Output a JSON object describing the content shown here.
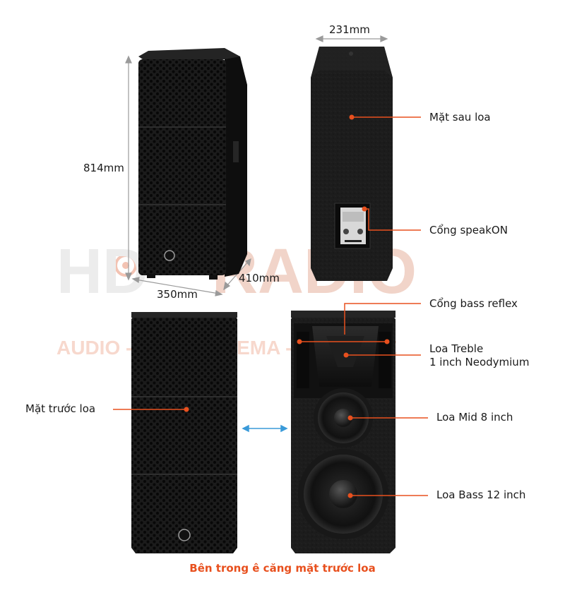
{
  "watermark": {
    "brand_left": "HD",
    "brand_right": "RADIO",
    "tagline": "AUDIO - HOME CINEMA - KARAOKE"
  },
  "dimensions": {
    "height": "814mm",
    "width": "350mm",
    "depth": "410mm",
    "back_width": "231mm"
  },
  "labels": {
    "back_panel": "Mặt sau loa",
    "speakon_port": "Cổng speakON",
    "bass_reflex_port": "Cổng bass reflex",
    "treble_line1": "Loa Treble",
    "treble_line2": "1 inch Neodymium",
    "front_panel": "Mặt trước loa",
    "mid_driver": "Loa Mid 8 inch",
    "bass_driver": "Loa Bass 12 inch"
  },
  "caption": "Bên trong ê căng mặt trước loa",
  "colors": {
    "accent": "#e8501e",
    "dimension_line": "#9a9a9a",
    "swap_arrow": "#3a9ad9",
    "cabinet": "#151515",
    "watermark": "#e9e9e9",
    "watermark_tagline": "#f6cdbf"
  }
}
